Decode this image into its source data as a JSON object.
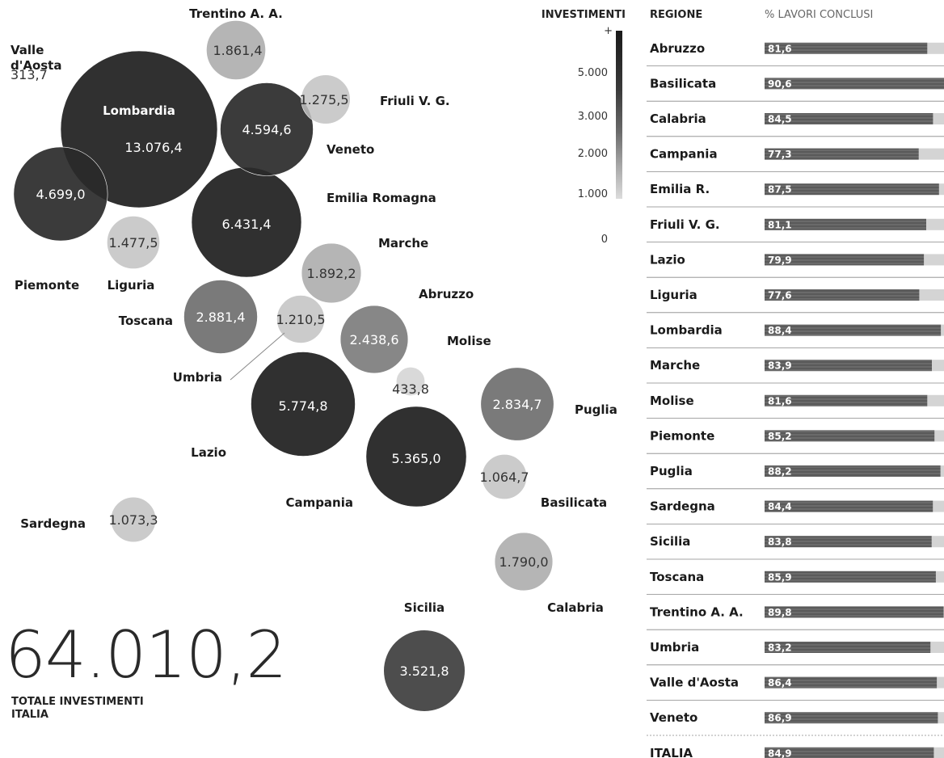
{
  "chart_data": [
    {
      "type": "bubble",
      "legend_title": "INVESTIMENTI",
      "legend_top_mark": "+",
      "legend_ticks": [
        "5.000",
        "3.000",
        "2.000",
        "1.000",
        "0"
      ],
      "regions": [
        {
          "name": "Lombardia",
          "label": "Lombardia",
          "value": 13076.4,
          "value_text": "13.076,4"
        },
        {
          "name": "Emilia Romagna",
          "label": "Emilia Romagna",
          "value": 6431.4,
          "value_text": "6.431,4"
        },
        {
          "name": "Lazio",
          "label": "Lazio",
          "value": 5774.8,
          "value_text": "5.774,8"
        },
        {
          "name": "Campania",
          "label": "Campania",
          "value": 5365.0,
          "value_text": "5.365,0"
        },
        {
          "name": "Piemonte",
          "label": "Piemonte",
          "value": 4699.0,
          "value_text": "4.699,0"
        },
        {
          "name": "Veneto",
          "label": "Veneto",
          "value": 4594.6,
          "value_text": "4.594,6"
        },
        {
          "name": "Sicilia",
          "label": "Sicilia",
          "value": 3521.8,
          "value_text": "3.521,8"
        },
        {
          "name": "Toscana",
          "label": "Toscana",
          "value": 2881.4,
          "value_text": "2.881,4"
        },
        {
          "name": "Puglia",
          "label": "Puglia",
          "value": 2834.7,
          "value_text": "2.834,7"
        },
        {
          "name": "Abruzzo",
          "label": "Abruzzo",
          "value": 2438.6,
          "value_text": "2.438,6"
        },
        {
          "name": "Marche",
          "label": "Marche",
          "value": 1892.2,
          "value_text": "1.892,2"
        },
        {
          "name": "Trentino",
          "label": "Trentino A. A.",
          "value": 1861.4,
          "value_text": "1.861,4"
        },
        {
          "name": "Calabria",
          "label": "Calabria",
          "value": 1790.0,
          "value_text": "1.790,0"
        },
        {
          "name": "Liguria",
          "label": "Liguria",
          "value": 1477.5,
          "value_text": "1.477,5"
        },
        {
          "name": "Friuli",
          "label": "Friuli V. G.",
          "value": 1275.5,
          "value_text": "1.275,5"
        },
        {
          "name": "Umbria",
          "label": "Umbria",
          "value": 1210.5,
          "value_text": "1.210,5"
        },
        {
          "name": "Sardegna",
          "label": "Sardegna",
          "value": 1073.3,
          "value_text": "1.073,3"
        },
        {
          "name": "Basilicata",
          "label": "Basilicata",
          "value": 1064.7,
          "value_text": "1.064,7"
        },
        {
          "name": "Molise",
          "label": "Molise",
          "value": 433.8,
          "value_text": "433,8"
        },
        {
          "name": "Valle",
          "label": "Valle\nd'Aosta",
          "value": 313.7,
          "value_text": "313,7"
        }
      ],
      "total_value": "64.010,2",
      "total_caption_1": "TOTALE INVESTIMENTI",
      "total_caption_2": "ITALIA"
    },
    {
      "type": "bar",
      "header_region": "REGIONE",
      "header_pct": "% LAVORI CONCLUSI",
      "xlim": [
        0,
        100
      ],
      "rows": [
        {
          "label": "Abruzzo",
          "value": 81.6,
          "value_text": "81,6"
        },
        {
          "label": "Basilicata",
          "value": 90.6,
          "value_text": "90,6"
        },
        {
          "label": "Calabria",
          "value": 84.5,
          "value_text": "84,5"
        },
        {
          "label": "Campania",
          "value": 77.3,
          "value_text": "77,3"
        },
        {
          "label": "Emilia R.",
          "value": 87.5,
          "value_text": "87,5"
        },
        {
          "label": "Friuli V. G.",
          "value": 81.1,
          "value_text": "81,1"
        },
        {
          "label": "Lazio",
          "value": 79.9,
          "value_text": "79,9"
        },
        {
          "label": "Liguria",
          "value": 77.6,
          "value_text": "77,6"
        },
        {
          "label": "Lombardia",
          "value": 88.4,
          "value_text": "88,4"
        },
        {
          "label": "Marche",
          "value": 83.9,
          "value_text": "83,9"
        },
        {
          "label": "Molise",
          "value": 81.6,
          "value_text": "81,6"
        },
        {
          "label": "Piemonte",
          "value": 85.2,
          "value_text": "85,2"
        },
        {
          "label": "Puglia",
          "value": 88.2,
          "value_text": "88,2"
        },
        {
          "label": "Sardegna",
          "value": 84.4,
          "value_text": "84,4"
        },
        {
          "label": "Sicilia",
          "value": 83.8,
          "value_text": "83,8"
        },
        {
          "label": "Toscana",
          "value": 85.9,
          "value_text": "85,9"
        },
        {
          "label": "Trentino A. A.",
          "value": 89.8,
          "value_text": "89,8"
        },
        {
          "label": "Umbria",
          "value": 83.2,
          "value_text": "83,2"
        },
        {
          "label": "Valle d'Aosta",
          "value": 86.4,
          "value_text": "86,4"
        },
        {
          "label": "Veneto",
          "value": 86.9,
          "value_text": "86,9"
        },
        {
          "label": "ITALIA",
          "value": 84.9,
          "value_text": "84,9"
        }
      ]
    }
  ]
}
